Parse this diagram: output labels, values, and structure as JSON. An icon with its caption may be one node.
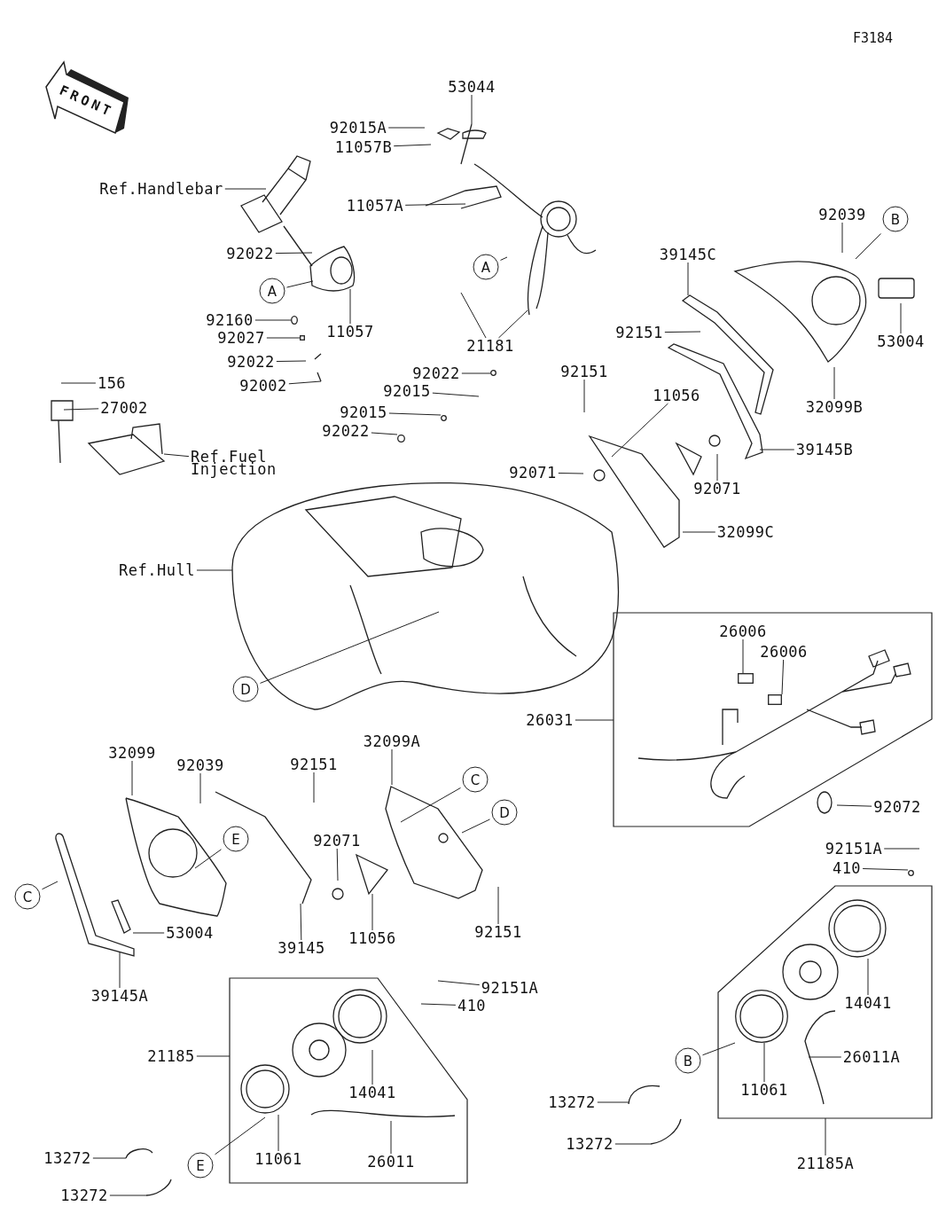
{
  "diagram": {
    "nodes": [
      {
        "text": [
          "53044"
        ]
      },
      {
        "text": [
          "92015A"
        ]
      },
      {
        "text": [
          "11057B"
        ]
      },
      {
        "text": [
          "Ref.Handlebar"
        ]
      },
      {
        "text": [
          "92022"
        ]
      },
      {
        "text": [
          "11057A"
        ]
      },
      {
        "text": [
          "A"
        ]
      },
      {
        "text": [
          "A"
        ]
      },
      {
        "text": [
          "92160"
        ]
      },
      {
        "text": [
          "11057"
        ]
      },
      {
        "text": [
          "92027"
        ]
      },
      {
        "text": [
          "92022"
        ]
      },
      {
        "text": [
          "92002"
        ]
      },
      {
        "text": [
          "21181"
        ]
      },
      {
        "text": [
          "39145C"
        ]
      },
      {
        "text": [
          "92039"
        ]
      },
      {
        "text": [
          "B"
        ]
      },
      {
        "text": [
          "53004"
        ]
      },
      {
        "text": [
          "92151"
        ]
      },
      {
        "text": [
          "32099B"
        ]
      },
      {
        "text": [
          "156"
        ]
      },
      {
        "text": [
          "27002"
        ]
      },
      {
        "text": [
          "Ref.Fuel Injection"
        ]
      },
      {
        "text": [
          "92022"
        ]
      },
      {
        "text": [
          "92015"
        ]
      },
      {
        "text": [
          "92015"
        ]
      },
      {
        "text": [
          "92022"
        ]
      },
      {
        "text": [
          "92151"
        ]
      },
      {
        "text": [
          "11056"
        ]
      },
      {
        "text": [
          "39145B"
        ]
      },
      {
        "text": [
          "92071"
        ]
      },
      {
        "text": [
          "92071"
        ]
      },
      {
        "text": [
          "32099C"
        ]
      },
      {
        "text": [
          "Ref.Hull"
        ]
      },
      {
        "text": [
          "D"
        ]
      },
      {
        "text": [],
        "shape": "box"
      },
      {
        "text": [
          "26006"
        ],
        "in": 35
      },
      {
        "text": [
          "26006"
        ],
        "in": 35
      },
      {
        "text": [
          "26031"
        ]
      },
      {
        "text": [
          "92072"
        ]
      },
      {
        "text": [
          "32099"
        ]
      },
      {
        "text": [
          "92039"
        ]
      },
      {
        "text": [
          "92151"
        ]
      },
      {
        "text": [
          "32099A"
        ]
      },
      {
        "text": [
          "C"
        ]
      },
      {
        "text": [
          "D"
        ]
      },
      {
        "text": [
          "E"
        ]
      },
      {
        "text": [
          "C"
        ]
      },
      {
        "text": [
          "92071"
        ]
      },
      {
        "text": [
          "53004"
        ]
      },
      {
        "text": [
          "39145"
        ]
      },
      {
        "text": [
          "11056"
        ]
      },
      {
        "text": [
          "92151"
        ]
      },
      {
        "text": [
          "39145A"
        ]
      },
      {
        "text": [
          "92151A"
        ]
      },
      {
        "text": [
          "410"
        ]
      },
      {
        "text": [],
        "shape": "box"
      },
      {
        "text": [
          "14041"
        ],
        "in": 56
      },
      {
        "text": [
          "26011A"
        ],
        "in": 56
      },
      {
        "text": [
          "11061"
        ],
        "in": 56
      },
      {
        "text": [
          "B"
        ]
      },
      {
        "text": [
          "13272"
        ]
      },
      {
        "text": [
          "13272"
        ]
      },
      {
        "text": [
          "21185A"
        ]
      },
      {
        "text": [],
        "shape": "box"
      },
      {
        "text": [
          "21185"
        ]
      },
      {
        "text": [
          "92151A"
        ]
      },
      {
        "text": [
          "410"
        ]
      },
      {
        "text": [
          "14041"
        ],
        "in": 64
      },
      {
        "text": [
          "11061"
        ],
        "in": 64
      },
      {
        "text": [
          "26011"
        ],
        "in": 64
      },
      {
        "text": [
          "13272"
        ]
      },
      {
        "text": [
          "E"
        ]
      },
      {
        "text": [
          "13272"
        ]
      },
      {
        "text": [],
        "shape": "circle"
      },
      {
        "text": [],
        "shape": "circle"
      },
      {
        "text": [],
        "shape": "circle"
      },
      {
        "text": [],
        "shape": "circle"
      },
      {
        "text": [],
        "shape": "box",
        "in": 35
      },
      {
        "text": [],
        "shape": "box",
        "in": 35
      },
      {
        "text": [],
        "shape": "circle"
      },
      {
        "text": [],
        "shape": "circle",
        "in": 56
      },
      {
        "text": [],
        "shape": "picture",
        "in": 64
      },
      {
        "text": [],
        "shape": "box"
      }
    ],
    "edges": [
      {
        "from": 0,
        "to": null,
        "arrow": "none"
      },
      {
        "from": 1,
        "to": null,
        "arrow": "none"
      },
      {
        "from": 2,
        "to": null,
        "arrow": "none"
      },
      {
        "from": 3,
        "to": null,
        "arrow": "none"
      },
      {
        "from": 4,
        "to": null,
        "arrow": "none"
      },
      {
        "from": 5,
        "to": null,
        "arrow": "none"
      },
      {
        "from": 6,
        "to": null,
        "arrow": "none"
      },
      {
        "from": 7,
        "to": null,
        "arrow": "none"
      },
      {
        "from": 8,
        "to": 74,
        "arrow": "none"
      },
      {
        "from": 9,
        "to": null,
        "arrow": "none"
      },
      {
        "from": 10,
        "to": 83,
        "arrow": "none"
      },
      {
        "from": 11,
        "to": null,
        "arrow": "none"
      },
      {
        "from": 12,
        "to": null,
        "arrow": "none"
      },
      {
        "from": 13,
        "to": null,
        "arrow": "none"
      },
      {
        "from": 13,
        "to": null,
        "arrow": "none"
      },
      {
        "from": 14,
        "to": null,
        "arrow": "none"
      },
      {
        "from": 15,
        "to": null,
        "arrow": "none"
      },
      {
        "from": 16,
        "to": null,
        "arrow": "none"
      },
      {
        "from": 17,
        "to": null,
        "arrow": "none"
      },
      {
        "from": 18,
        "to": null,
        "arrow": "none"
      },
      {
        "from": 19,
        "to": null,
        "arrow": "none"
      },
      {
        "from": 20,
        "to": null,
        "arrow": "none"
      },
      {
        "from": 21,
        "to": null,
        "arrow": "none"
      },
      {
        "from": 22,
        "to": null,
        "arrow": "none"
      },
      {
        "from": 23,
        "to": 75,
        "arrow": "none"
      },
      {
        "from": 24,
        "to": null,
        "arrow": "none"
      },
      {
        "from": 25,
        "to": 76,
        "arrow": "none"
      },
      {
        "from": 26,
        "to": 77,
        "arrow": "none"
      },
      {
        "from": 27,
        "to": null,
        "arrow": "none"
      },
      {
        "from": 28,
        "to": null,
        "arrow": "none"
      },
      {
        "from": 29,
        "to": null,
        "arrow": "none"
      },
      {
        "from": 30,
        "to": null,
        "arrow": "none"
      },
      {
        "from": 31,
        "to": null,
        "arrow": "none"
      },
      {
        "from": 32,
        "to": null,
        "arrow": "none"
      },
      {
        "from": 33,
        "to": null,
        "arrow": "none"
      },
      {
        "from": 34,
        "to": null,
        "arrow": "none"
      },
      {
        "from": 36,
        "to": 78,
        "arrow": "none"
      },
      {
        "from": 37,
        "to": 79,
        "arrow": "none"
      },
      {
        "from": 38,
        "to": 35,
        "arrow": "none"
      },
      {
        "from": 39,
        "to": null,
        "arrow": "none"
      },
      {
        "from": 40,
        "to": null,
        "arrow": "none"
      },
      {
        "from": 41,
        "to": null,
        "arrow": "none"
      },
      {
        "from": 42,
        "to": null,
        "arrow": "none"
      },
      {
        "from": 43,
        "to": null,
        "arrow": "none"
      },
      {
        "from": 44,
        "to": null,
        "arrow": "none"
      },
      {
        "from": 45,
        "to": null,
        "arrow": "none"
      },
      {
        "from": 46,
        "to": null,
        "arrow": "none"
      },
      {
        "from": 47,
        "to": null,
        "arrow": "none"
      },
      {
        "from": 48,
        "to": null,
        "arrow": "none"
      },
      {
        "from": 49,
        "to": null,
        "arrow": "none"
      },
      {
        "from": 50,
        "to": null,
        "arrow": "none"
      },
      {
        "from": 51,
        "to": null,
        "arrow": "none"
      },
      {
        "from": 52,
        "to": null,
        "arrow": "none"
      },
      {
        "from": 53,
        "to": null,
        "arrow": "none"
      },
      {
        "from": 54,
        "to": null,
        "arrow": "none"
      },
      {
        "from": 55,
        "to": 80,
        "arrow": "none"
      },
      {
        "from": 57,
        "to": null,
        "arrow": "none"
      },
      {
        "from": 58,
        "to": null,
        "arrow": "none"
      },
      {
        "from": 59,
        "to": 81,
        "arrow": "none"
      },
      {
        "from": 60,
        "to": 81,
        "arrow": "none"
      },
      {
        "from": 61,
        "to": null,
        "arrow": "none"
      },
      {
        "from": 62,
        "to": null,
        "arrow": "none"
      },
      {
        "from": 63,
        "to": 56,
        "arrow": "none"
      },
      {
        "from": 65,
        "to": 64,
        "arrow": "none"
      },
      {
        "from": 66,
        "to": null,
        "arrow": "none"
      },
      {
        "from": 67,
        "to": null,
        "arrow": "none"
      },
      {
        "from": 68,
        "to": null,
        "arrow": "none"
      },
      {
        "from": 69,
        "to": null,
        "arrow": "none"
      },
      {
        "from": 70,
        "to": 82,
        "arrow": "none"
      },
      {
        "from": 71,
        "to": null,
        "arrow": "none"
      },
      {
        "from": 72,
        "to": null,
        "arrow": "none"
      },
      {
        "from": 73,
        "to": null,
        "arrow": "none"
      }
    ],
    "labels": [
      "F3184",
      "FRONT"
    ]
  }
}
